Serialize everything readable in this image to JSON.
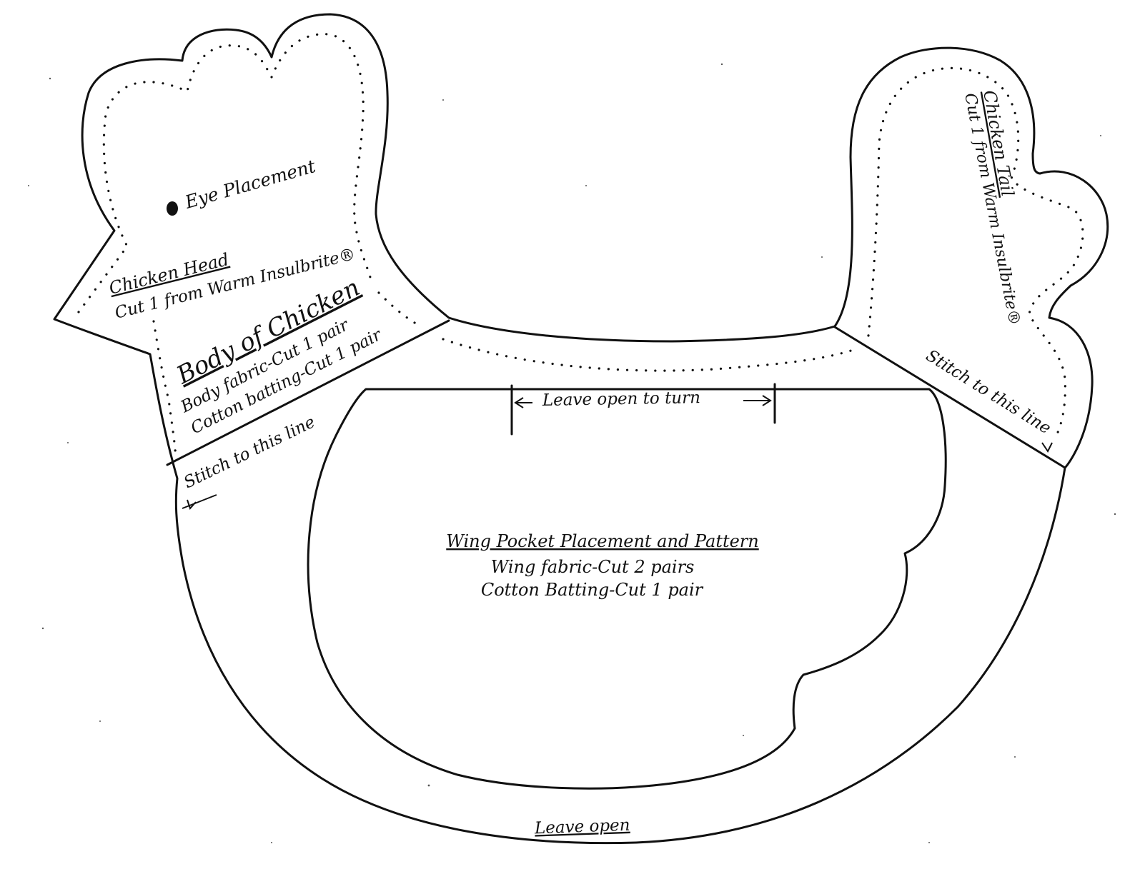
{
  "pattern": {
    "head": {
      "eye_label": "Eye Placement",
      "title": "Chicken Head",
      "instruction": "Cut 1 from Warm Insulbrite®"
    },
    "body": {
      "title": "Body of Chicken",
      "line1": "Body fabric-Cut 1 pair",
      "line2": "Cotton batting-Cut 1 pair"
    },
    "tail": {
      "title": "Chicken Tail",
      "instruction": "Cut 1 from Warm Insulbrite®"
    },
    "stitch_left": "Stitch to this line",
    "stitch_right": "Stitch to this line",
    "leave_open_turn": "Leave open to turn",
    "wing": {
      "title": "Wing Pocket Placement and Pattern",
      "line1": "Wing fabric-Cut 2 pairs",
      "line2": "Cotton Batting-Cut 1 pair"
    },
    "leave_open_bottom": "Leave open"
  }
}
